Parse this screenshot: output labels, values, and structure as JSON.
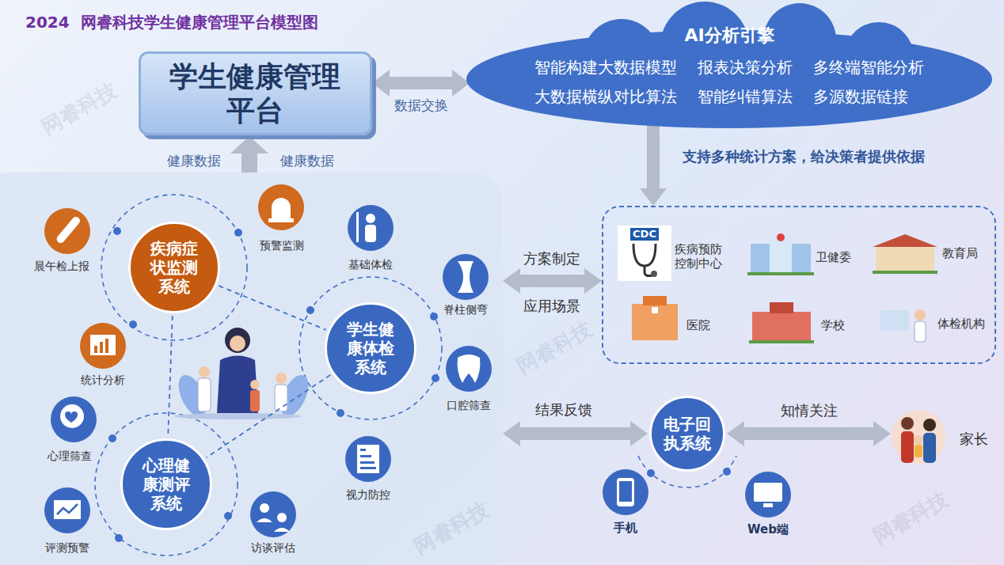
{
  "diagram": {
    "title": "2024  网睿科技学生健康管理平台模型图",
    "nodes": [
      {
        "text": [
          "学生健康管理平台"
        ]
      },
      {
        "text": [
          "AI分析引擎",
          "智能构建大数据模型",
          "报表决策分析",
          "多终端智能分析",
          "大数据横纵对比算法",
          "智能纠错算法",
          "多源数据链接"
        ]
      },
      {
        "text": [
          "支持多种统计方案，给决策者提供依据"
        ]
      },
      {
        "text": [
          "疾病症状监测系统"
        ]
      },
      {
        "text": [
          "学生健康体检系统"
        ]
      },
      {
        "text": [
          "心理健康测评系统"
        ]
      },
      {
        "text": [
          "电子回执系统"
        ]
      }
    ],
    "edges": [
      {
        "from": 0,
        "to": 1,
        "arrow": "both",
        "label": "数据交换"
      },
      {
        "from": 1,
        "to": 2,
        "arrow": "to"
      },
      {
        "from": 3,
        "to": 4,
        "arrow": "none"
      },
      {
        "from": 3,
        "to": 5,
        "arrow": "none"
      },
      {
        "from": 4,
        "to": 5,
        "arrow": "none"
      }
    ],
    "labels": [
      "健康数据",
      "健康数据",
      "方案制定",
      "应用场景",
      "结果反馈",
      "知情关注",
      "家长",
      "晨午检上报",
      "预警监测",
      "基础体检",
      "脊柱侧弯",
      "统计分析",
      "口腔筛查",
      "心理筛查",
      "视力防控",
      "评测预警",
      "访谈评估",
      "手机",
      "Web端",
      "CDC",
      "疾病预防控制中心",
      "卫健委",
      "教育局",
      "医院",
      "学校",
      "体检机构",
      "网睿科技",
      "网睿科技",
      "网睿科技",
      "网睿科技"
    ]
  }
}
